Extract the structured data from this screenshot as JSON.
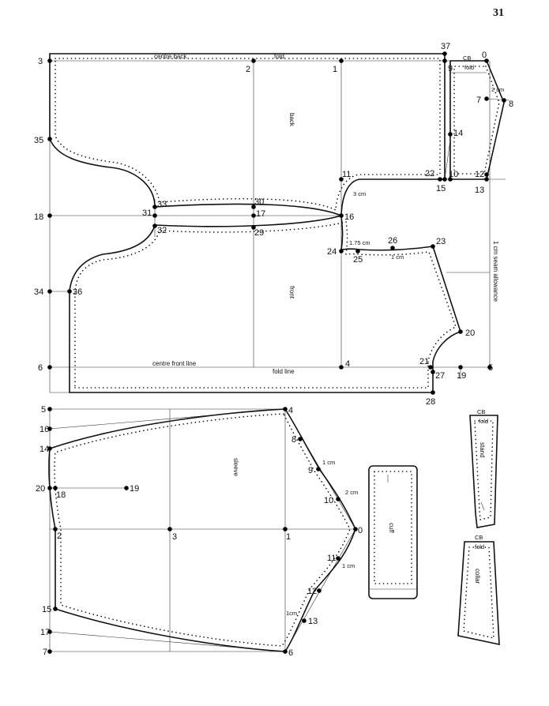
{
  "page_number": "31",
  "bodice": {
    "labels": {
      "centre_back": "centre back",
      "fold": "fold",
      "back": "back",
      "front": "front",
      "centre_front_line": "centre front line",
      "fold_line": "fold line",
      "seam_allowance": "1 cm seam allowance",
      "cm3": "3 cm",
      "cm175": "1.75 cm",
      "cm1": "1 cm",
      "cm2": "2 cm"
    },
    "points": {
      "p0": "0",
      "p1": "1",
      "p2": "2",
      "p3": "3",
      "p4": "4",
      "p5": "5",
      "p6": "6",
      "p7": "7",
      "p8": "8",
      "p9": "9",
      "p10": "10",
      "p11": "11",
      "p12": "12",
      "p13": "13",
      "p14": "14",
      "p15": "15",
      "p16": "16",
      "p17": "17",
      "p18": "18",
      "p19": "19",
      "p20": "20",
      "p21": "21",
      "p22": "22",
      "p23": "23",
      "p24": "24",
      "p25": "25",
      "p26": "26",
      "p27": "27",
      "p28": "28",
      "p29": "29",
      "p30": "30",
      "p31": "31",
      "p32": "32",
      "p33": "33",
      "p34": "34",
      "p35": "35",
      "p36": "36",
      "p37": "37"
    }
  },
  "yoke_strip": {
    "cb": "CB",
    "fold": "fold"
  },
  "sleeve": {
    "label": "sleeve",
    "cm1a": "1 cm",
    "cm2": "2 cm",
    "cm1b": "1 cm",
    "cm1c": "1cm",
    "points": {
      "p0": "0",
      "p1": "1",
      "p2": "2",
      "p3": "3",
      "p4": "4",
      "p5": "5",
      "p6": "6",
      "p7": "7",
      "p8": "8",
      "p9": "9",
      "p10": "10",
      "p11": "11",
      "p12": "12",
      "p13": "13",
      "p14": "14",
      "p15": "15",
      "p16": "16",
      "p17": "17",
      "p18": "18",
      "p19": "19",
      "p20": "20"
    }
  },
  "cuff": {
    "label": "cuff"
  },
  "stand": {
    "cb": "CB",
    "fold": "fold",
    "label": "stand"
  },
  "collar": {
    "cb": "CB",
    "fold": "fold",
    "label": "collar"
  }
}
